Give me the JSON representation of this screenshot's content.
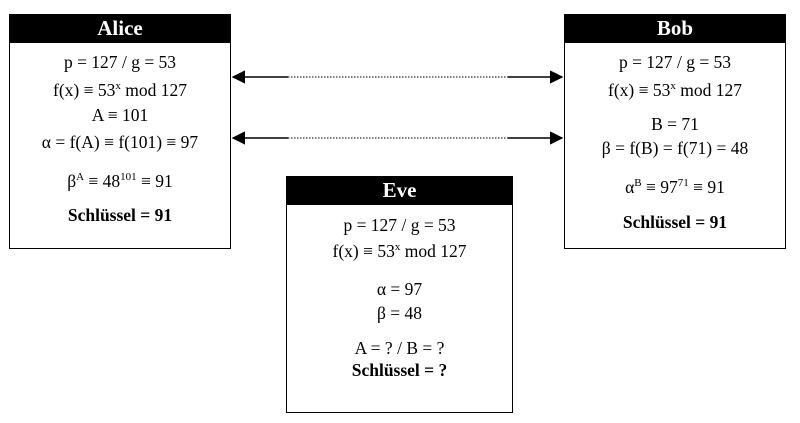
{
  "alice": {
    "title": "Alice",
    "params_p": "p = 127",
    "separator": "/",
    "params_g": "g = 53",
    "func_pre": "f(x) ≡ 53",
    "func_exp": "x",
    "func_post": " mod 127",
    "secret": "A ≡ 101",
    "public": "α = f(A) ≡ f(101) ≡ 97",
    "key_base": "β",
    "key_exp": "A",
    "key_mid": " ≡ 48",
    "key_exp2": "101",
    "key_post": " ≡ 91",
    "key_result": "Schlüssel = 91"
  },
  "bob": {
    "title": "Bob",
    "params_p": "p = 127",
    "separator": "/",
    "params_g": "g = 53",
    "func_pre": "f(x) ≡ 53",
    "func_exp": "x",
    "func_post": " mod 127",
    "secret": "B = 71",
    "public": "β = f(B) = f(71) = 48",
    "key_base": "α",
    "key_exp": "B",
    "key_mid": " ≡ 97",
    "key_exp2": "71",
    "key_post": " ≡ 91",
    "key_result": "Schlüssel = 91"
  },
  "eve": {
    "title": "Eve",
    "params_p": "p = 127",
    "separator": "/",
    "params_g": "g = 53",
    "func_pre": "f(x) ≡ 53",
    "func_exp": "x",
    "func_post": " mod 127",
    "alpha": "α = 97",
    "beta": "β = 48",
    "unknowns_a": "A = ?",
    "unknowns_b": "B = ?",
    "key_result": "Schlüssel = ?"
  }
}
